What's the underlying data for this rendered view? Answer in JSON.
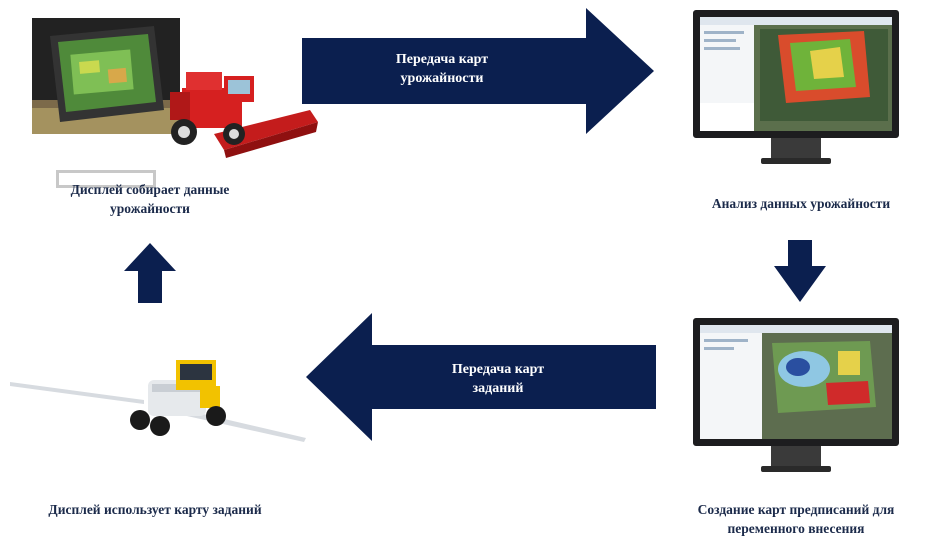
{
  "steps": {
    "display_collects": "Дисплей собирает данные урожайности",
    "analysis": "Анализ данных урожайности",
    "prescription": "Создание карт предписаний для переменного внесения",
    "display_uses": "Дисплей использует карту заданий"
  },
  "arrows": {
    "transfer_yield": "Передача карт урожайности",
    "transfer_tasks": "Передача карт заданий"
  },
  "colors": {
    "arrow_fill": "#0b1f4f",
    "label_text": "#1b2a4a",
    "harvester_red": "#d62020",
    "sprayer_yellow": "#f2c200"
  }
}
